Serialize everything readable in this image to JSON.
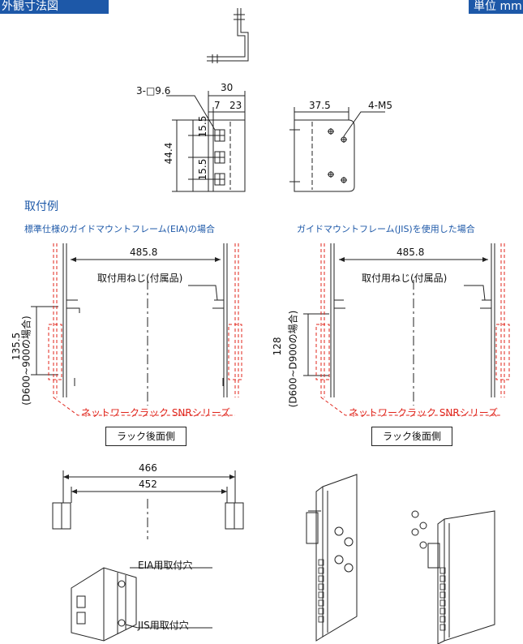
{
  "header": {
    "title": "外観寸法図",
    "unit": "単位 mm"
  },
  "top_view": {
    "hole_label": "3-□9.6",
    "dim_30": "30",
    "dim_7": "7",
    "dim_23": "23",
    "dim_15_5_a": "15.5",
    "dim_15_5_b": "15.5",
    "dim_44_4": "44.4",
    "dim_37_5": "37.5",
    "screw_label": "4-M5"
  },
  "example": {
    "title": "取付例",
    "left_caption": "標準仕様のガイドマウントフレーム(EIA)の場合",
    "right_caption": "ガイドマウントフレーム(JIS)を使用した場合",
    "left_width": "485.8",
    "right_width": "485.8",
    "left_screw": "取付用ねじ(付属品)",
    "right_screw": "取付用ねじ(付属品)",
    "left_depth_value": "135.5",
    "left_depth_note": "(D600~900の場合)",
    "right_depth_value": "128",
    "right_depth_note": "(D600~D900の場合)",
    "left_rack": "ネットワークラック SNRシリーズ",
    "right_rack": "ネットワークラック SNRシリーズ",
    "left_side": "ラック後面側",
    "right_side": "ラック後面側"
  },
  "bottom": {
    "dim_466": "466",
    "dim_452": "452",
    "eia_hole": "EIA用取付穴",
    "jis_hole": "JIS用取付穴"
  },
  "colors": {
    "header_bg": "#1d58a8",
    "accent_red": "#e0241b"
  }
}
